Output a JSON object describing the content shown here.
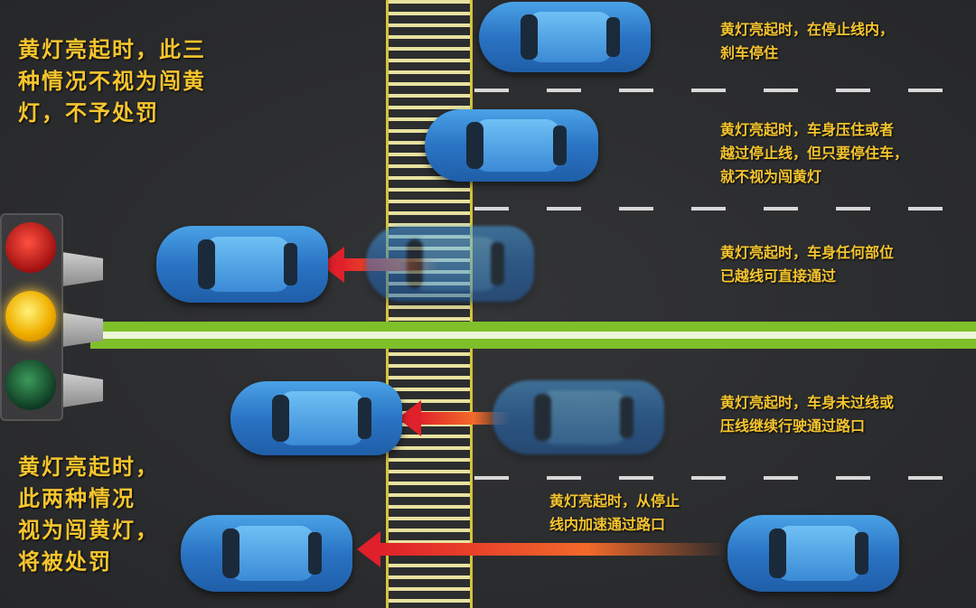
{
  "colors": {
    "text": "#f6c52e",
    "road": "#2c2d2f",
    "center_line": "#7fbf2a",
    "car": "#2a74c4",
    "arrow": "#e0202a"
  },
  "traffic_light": {
    "lamps": [
      "red",
      "yellow",
      "green"
    ],
    "active": "yellow"
  },
  "labels": {
    "not_violation_heading": "黄灯亮起时，此三\n种情况不视为闯黄\n灯，不予处罚",
    "violation_heading": "黄灯亮起时，\n此两种情况\n视为闯黄灯，\n将被处罚",
    "case1": "黄灯亮起时，在停止线内，\n刹车停住",
    "case2": "黄灯亮起时，车身压住或者\n越过停止线，但只要停住车，\n就不视为闯黄灯",
    "case3": "黄灯亮起时，车身任何部位\n已越线可直接通过",
    "case4": "黄灯亮起时，车身未过线或\n压线继续行驶通过路口",
    "case5": "黄灯亮起时，从停止\n线内加速通过路口"
  }
}
